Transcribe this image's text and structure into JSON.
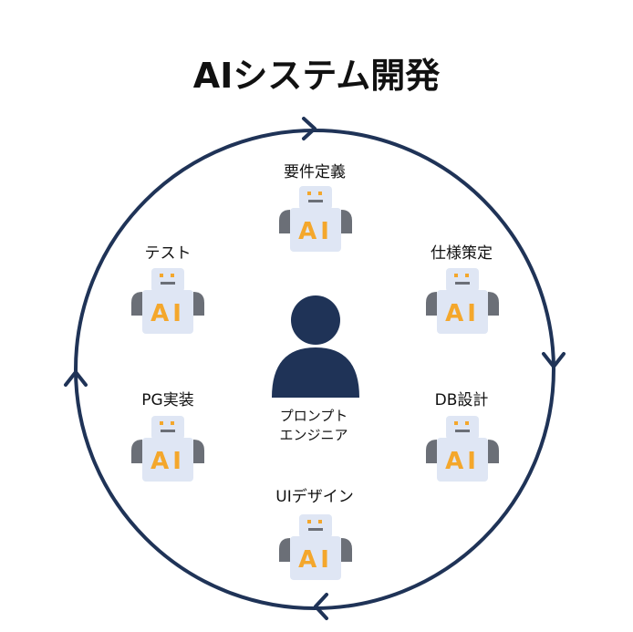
{
  "title": "AIシステム開発",
  "center": {
    "line1": "プロンプト",
    "line2": "エンジニア"
  },
  "robot_text": "AI",
  "steps": [
    {
      "label": "要件定義"
    },
    {
      "label": "仕様策定"
    },
    {
      "label": "DB設計"
    },
    {
      "label": "UIデザイン"
    },
    {
      "label": "PG実装"
    },
    {
      "label": "テスト"
    }
  ],
  "colors": {
    "ring": "#1f3357",
    "person": "#1f3357",
    "robot_body": "#dfe6f4",
    "robot_arm": "#6b6f77",
    "robot_letters": "#f4a72c",
    "robot_eyes": "#f4a72c"
  }
}
